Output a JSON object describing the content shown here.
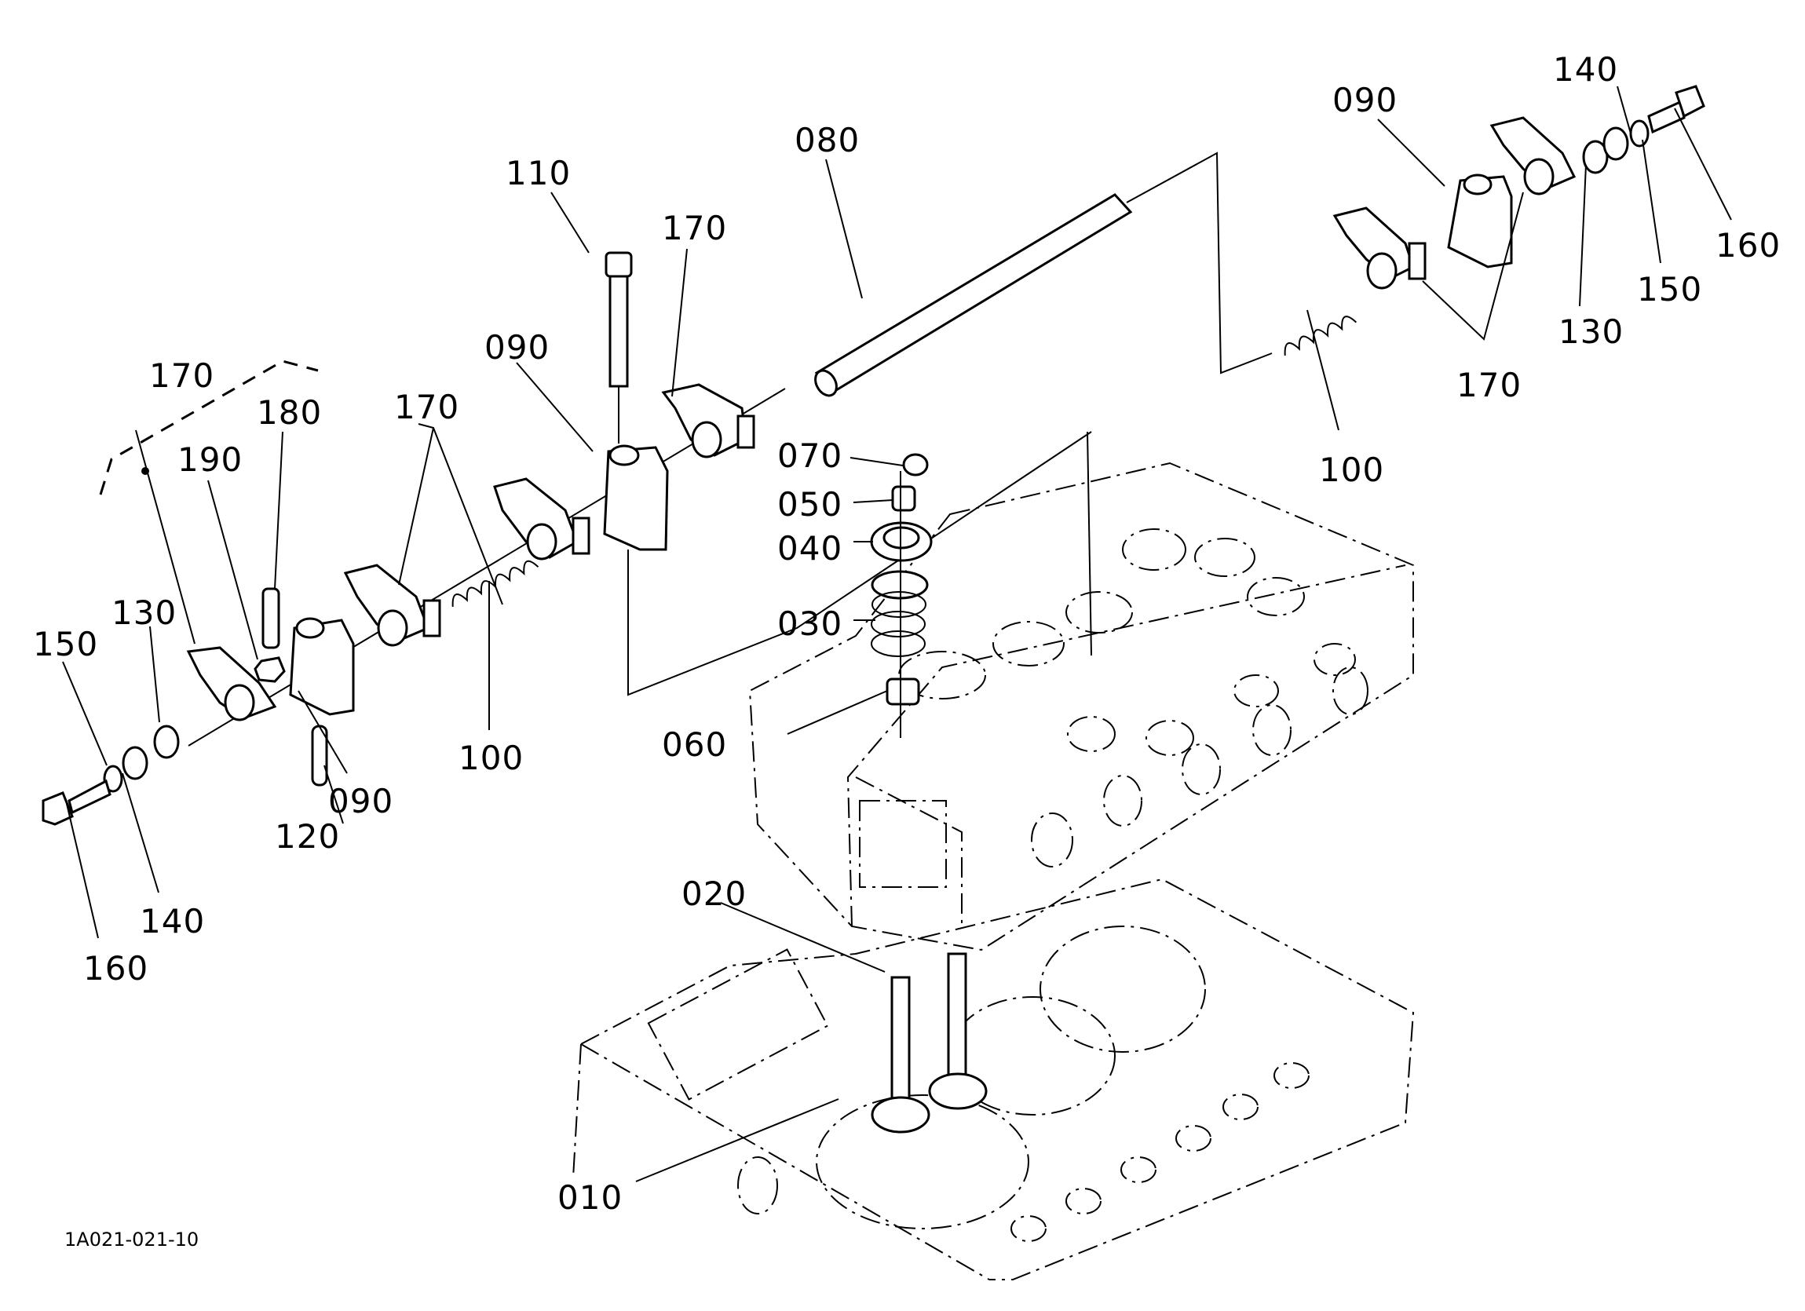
{
  "diagram": {
    "title": "Rocker arm, valve and valve spring exploded view",
    "figure_id": "1A021-021-10",
    "colors": {
      "line": "#000000",
      "background": "#ffffff"
    },
    "callouts": {
      "shaft_080": "080",
      "bolt_110": "110",
      "rocker_arm_170_center": "170",
      "bracket_090_center": "090",
      "rocker_arm_170_group": "170",
      "rocker_arm_170_left_pair": "170",
      "adjust_screw_180": "180",
      "nut_190": "190",
      "washer_130_left": "130",
      "spring_washer_150_left": "150",
      "bolt_160_left": "160",
      "washer_140_left": "140",
      "pin_120": "120",
      "bracket_090_left": "090",
      "spring_100_left": "100",
      "cap_070": "070",
      "collet_050": "050",
      "retainer_040": "040",
      "valve_spring_030": "030",
      "stem_seal_060": "060",
      "valve_020": "020",
      "valve_010": "010",
      "bracket_090_right": "090",
      "washer_140_right": "140",
      "bolt_160_right": "160",
      "spring_washer_150_right": "150",
      "washer_130_right": "130",
      "rocker_arm_170_right": "170",
      "spring_100_right": "100"
    }
  }
}
